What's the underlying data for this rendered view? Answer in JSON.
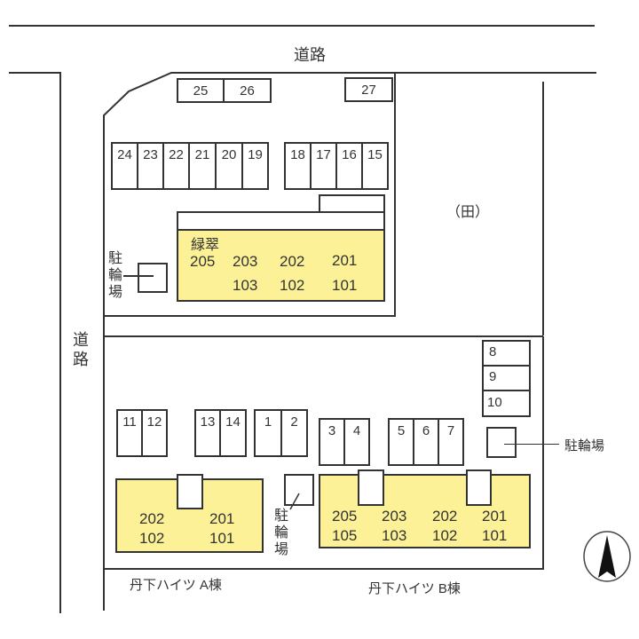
{
  "roads": {
    "top_label": "道路",
    "left_label": "道路"
  },
  "field_label": "（田）",
  "north_arrow": "north-arrow",
  "north_lot": {
    "top_spots": [
      "25",
      "26",
      "27"
    ],
    "row_spots_left": [
      "24",
      "23",
      "22",
      "21",
      "20",
      "19"
    ],
    "row_spots_right": [
      "18",
      "17",
      "16",
      "15"
    ],
    "building": {
      "name": "緑翠",
      "upper_units": [
        "205",
        "203",
        "202",
        "201"
      ],
      "lower_units": [
        "103",
        "102",
        "101"
      ]
    },
    "bike_parking_label": "駐輪場"
  },
  "south_lot": {
    "spots_a": [
      "11",
      "12"
    ],
    "spots_b": [
      "13",
      "14"
    ],
    "spots_c": [
      "1",
      "2"
    ],
    "spots_d": [
      "3",
      "4"
    ],
    "spots_e": [
      "5",
      "6",
      "7"
    ],
    "spots_f": [
      "8",
      "9",
      "10"
    ],
    "building_a": {
      "name": "丹下ハイツ A棟",
      "upper_units": [
        "202",
        "201"
      ],
      "lower_units": [
        "102",
        "101"
      ]
    },
    "building_b": {
      "name": "丹下ハイツ B棟",
      "upper_units": [
        "205",
        "203",
        "202",
        "201"
      ],
      "lower_units": [
        "105",
        "103",
        "102",
        "101"
      ]
    },
    "bike_parking_label_center": "駐輪場",
    "bike_parking_label_right": "駐輪場"
  },
  "colors": {
    "building_fill": "#fcf196",
    "line": "#333333"
  }
}
